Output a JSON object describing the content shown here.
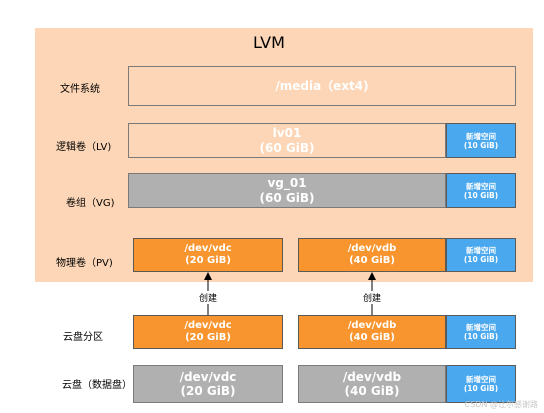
{
  "title": "LVM",
  "rows": {
    "fs": "文件系统",
    "lv": "逻辑卷（LV)",
    "vg": "卷组（VG)",
    "pv": "物理卷（PV)",
    "partition": "云盘分区",
    "disk": "云盘（数据盘）"
  },
  "fs_box": {
    "line1": "/media（ext4)"
  },
  "lv_box": {
    "line1": "lv01",
    "line2": "(60 GiB)"
  },
  "vg_box": {
    "line1": "vg_01",
    "line2": "(60 GiB)"
  },
  "new_space": {
    "line1": "新增空间",
    "line2": "(10 GiB)"
  },
  "pv_vdc": {
    "line1": "/dev/vdc",
    "line2": "(20 GiB)"
  },
  "pv_vdb": {
    "line1": "/dev/vdb",
    "line2": "(40 GiB)"
  },
  "part_vdc": {
    "line1": "/dev/vdc",
    "line2": "(20 GiB)"
  },
  "part_vdb": {
    "line1": "/dev/vdb",
    "line2": "(40 GiB)"
  },
  "disk_vdc": {
    "line1": "/dev/vdc",
    "line2": "(20 GiB)"
  },
  "disk_vdb": {
    "line1": "/dev/vdb",
    "line2": "(40 GiB)"
  },
  "arrow_label": "创建",
  "watermark": "CSDN @让尔感谢路",
  "colors": {
    "panel": "#fcd6b6",
    "orange": "#f8952e",
    "blue": "#4aa8ee",
    "gray": "#b0b0b0"
  }
}
